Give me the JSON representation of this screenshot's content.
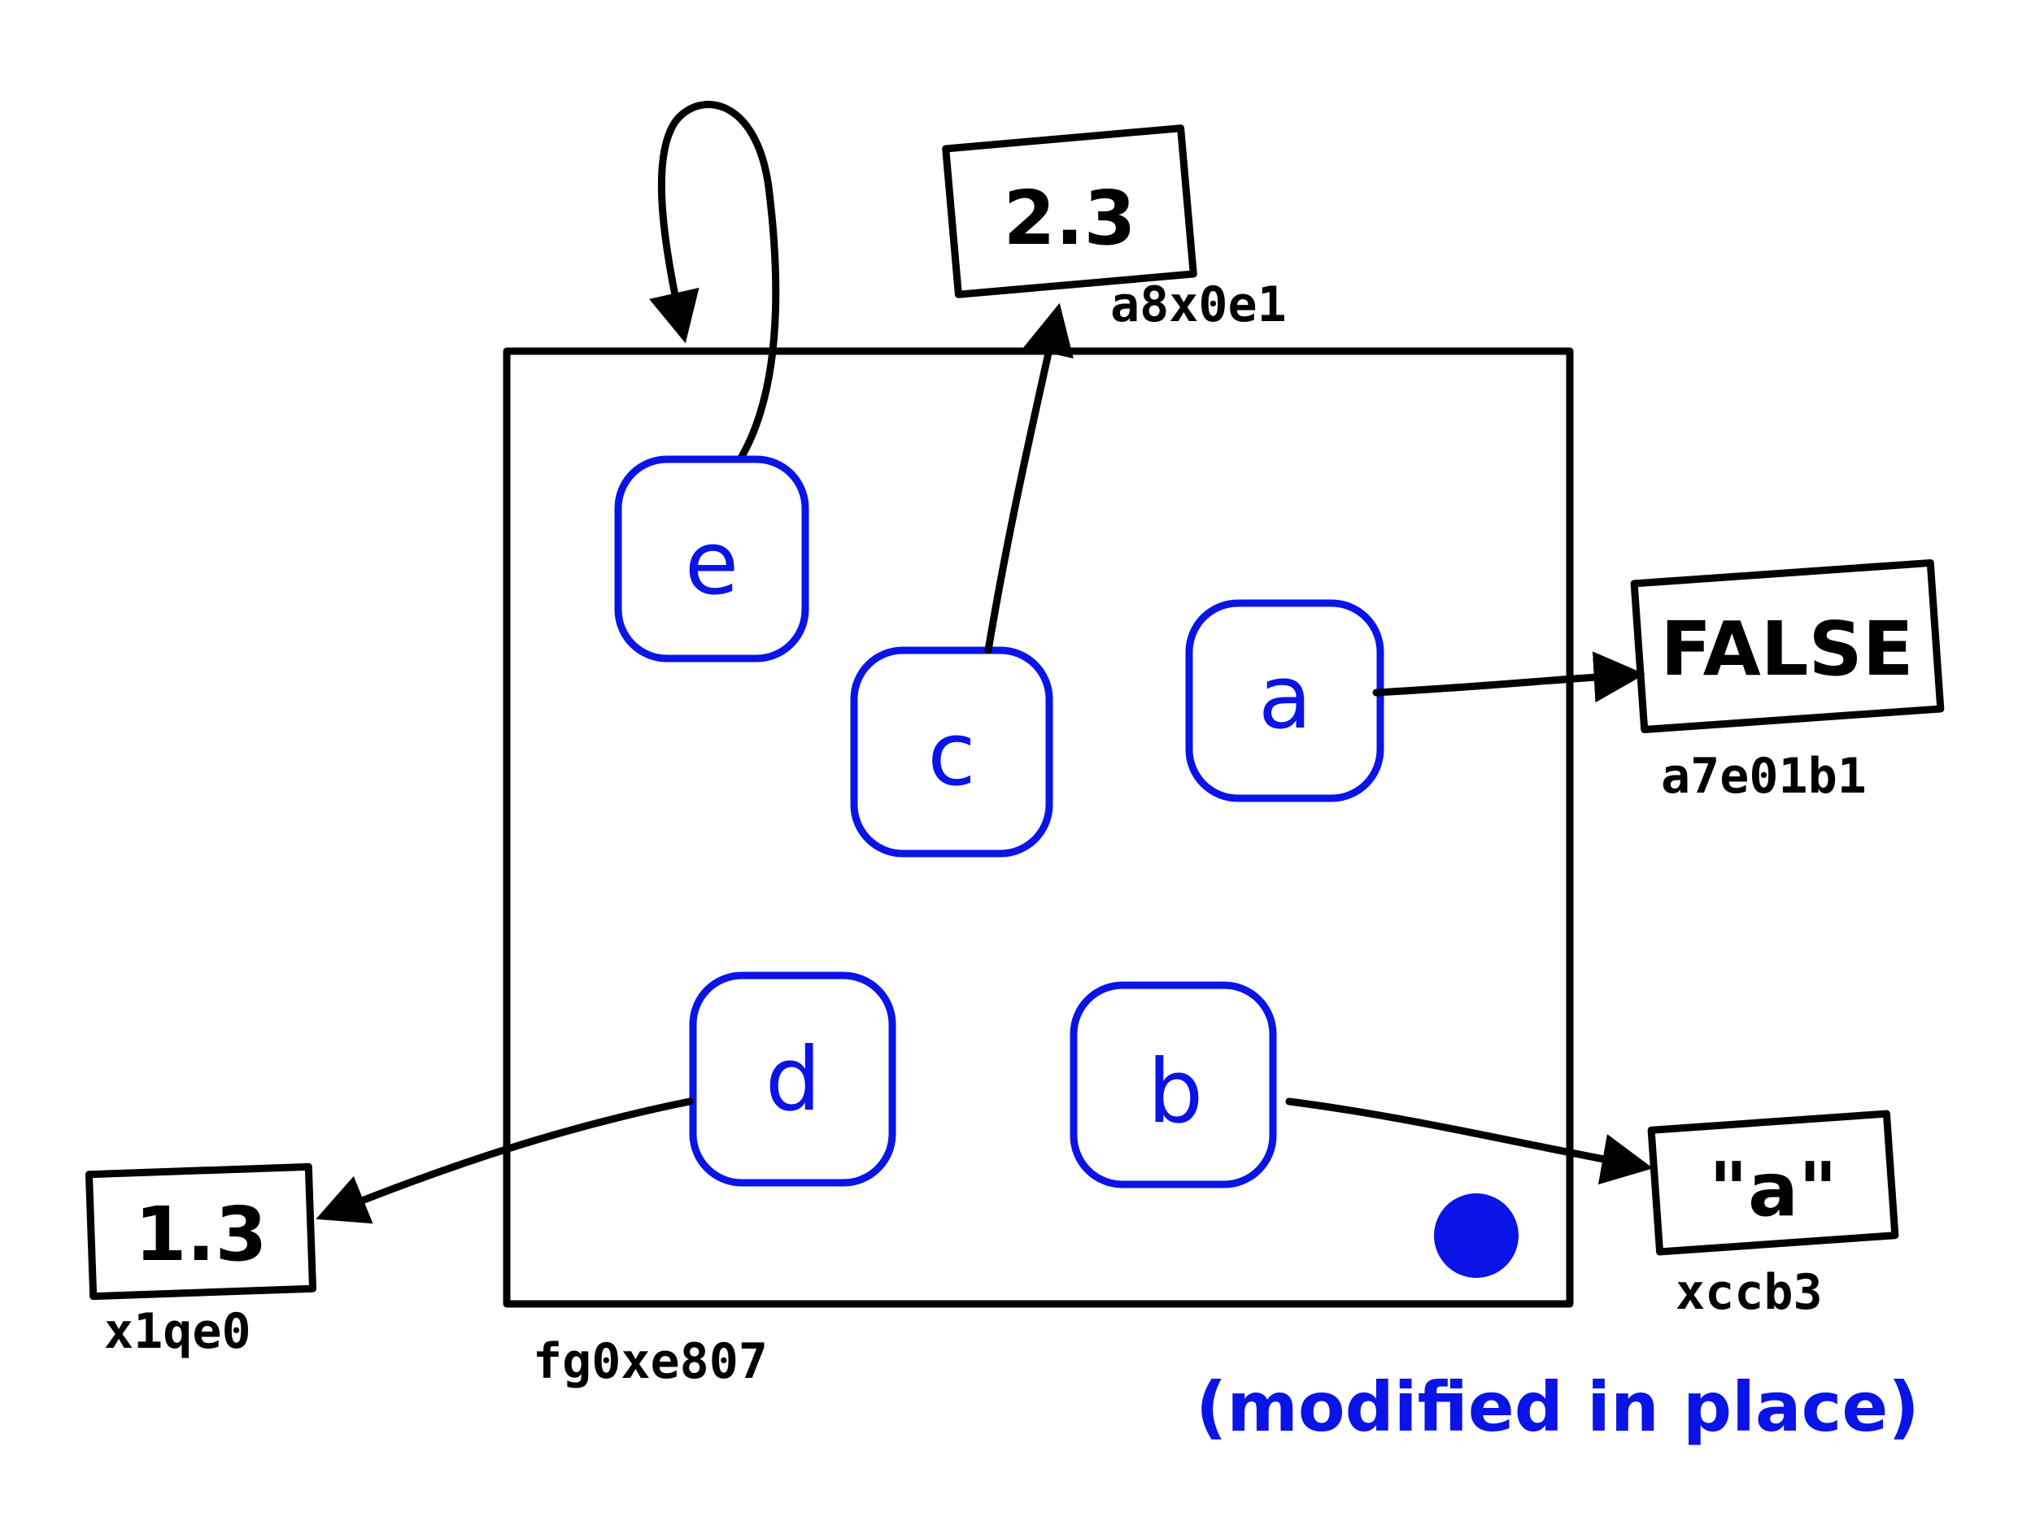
{
  "environment": {
    "address": "fg0xe807",
    "note": "(modified in place)"
  },
  "bindings": [
    {
      "name": "e",
      "target": "self"
    },
    {
      "name": "c",
      "value": "2.3",
      "address": "a8x0e1"
    },
    {
      "name": "a",
      "value": "FALSE",
      "address": "a7e01b1"
    },
    {
      "name": "d",
      "value": "1.3",
      "address": "x1qe0"
    },
    {
      "name": "b",
      "value": "\"a\"",
      "address": "xccb3"
    }
  ],
  "colors": {
    "binding": "#0a14e6",
    "object": "#000000"
  }
}
